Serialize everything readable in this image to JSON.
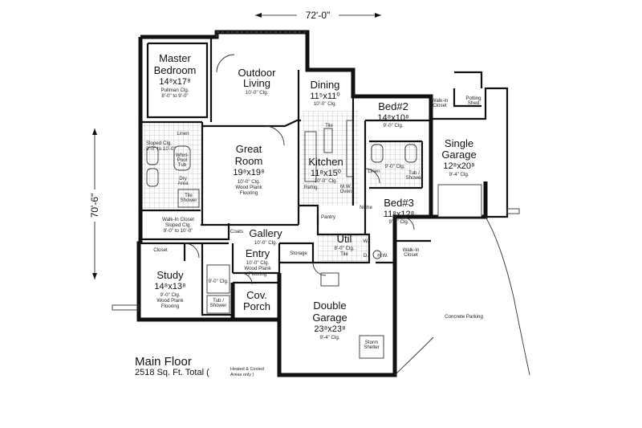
{
  "dimensions": {
    "width": "72'-0\"",
    "depth": "70'-6\""
  },
  "title": {
    "name": "Main Floor",
    "sqft": "2518 Sq. Ft. Total (",
    "note1": "Heated & Cooled",
    "note2": "Areas only )"
  },
  "rooms": {
    "master": {
      "name1": "Master",
      "name2": "Bedroom",
      "size": "14⁸x17⁸",
      "n1": "Pullman Clg.",
      "n2": "8'-0\" to 9'-0\""
    },
    "outdoor": {
      "name1": "Outdoor",
      "name2": "Living",
      "n1": "10'-0\" Clg."
    },
    "dining": {
      "name": "Dining",
      "size": "11⁵x11⁰",
      "n1": "10'-0\" Clg."
    },
    "bed2": {
      "name": "Bed#2",
      "size": "14⁸x10⁸",
      "n1": "9'-0\" Clg."
    },
    "single_garage": {
      "name1": "Single",
      "name2": "Garage",
      "size": "12⁸x20⁸",
      "n1": "9'-4\" Clg."
    },
    "great_room": {
      "name1": "Great",
      "name2": "Room",
      "size": "19⁸x19⁸",
      "n1": "10'-0\" Clg.",
      "n2": "Wood Plank",
      "n3": "Flooring"
    },
    "kitchen": {
      "name": "Kitchen",
      "size": "11⁸x15⁰",
      "n1": "10'-0\" Clg."
    },
    "bed3": {
      "name": "Bed#3",
      "size": "11⁸x12⁸",
      "n1": "9'-0\" Clg."
    },
    "gallery": {
      "name": "Gallery",
      "n1": "10'-0\" Clg."
    },
    "util": {
      "name": "Util",
      "n1": "8'-0\" Clg.",
      "n2": "Tile"
    },
    "study": {
      "name": "Study",
      "size": "14⁸x13⁸",
      "n1": "9'-0\" Clg.",
      "n2": "Wood Plank",
      "n3": "Flooring"
    },
    "entry": {
      "name": "Entry",
      "n1": "10'-0\" Clg.",
      "n2": "Wood Plank",
      "n3": "Flooring"
    },
    "porch": {
      "name1": "Cov.",
      "name2": "Porch"
    },
    "double_garage": {
      "name1": "Double",
      "name2": "Garage",
      "size": "23⁸x23⁸",
      "n1": "9'-4\" Clg."
    }
  },
  "labels": {
    "linen_master": "Linen",
    "sloped1": "Sloped Clg.",
    "sloped1b": "9'-0\" to 10'-0\"",
    "whirlpool1": "Whirl-",
    "whirlpool2": "Pool",
    "whirlpool3": "Tub",
    "dry_area1": "Dry",
    "dry_area2": "Area",
    "tile_shower1": "Tile",
    "tile_shower2": "Shower",
    "walkin_master": "Walk-In Closet",
    "sloped2": "Sloped Clg.",
    "sloped2b": "9'-0\" to 10'-0\"",
    "closet_study": "Closet",
    "clg_bath": "9'-0\" Clg.",
    "tub_shower_study1": "Tub /",
    "tub_shower_study2": "Shower",
    "coats": "Coats",
    "storage": "Storage",
    "pantry": "Pantry",
    "niche": "Niche",
    "tile_kitchen": "Tile",
    "refrig": "Refrig.",
    "mw_oven1": "M.W.",
    "mw_oven2": "Oven",
    "walkin_bed2_1": "Walk-in",
    "walkin_bed2_2": "Closet",
    "potting1": "Potting",
    "potting2": "Shed",
    "linen_bed": "Linen",
    "clg_bath2": "9'-0\" Clg.",
    "tub_shower2_1": "Tub /",
    "tub_shower2_2": "Shower",
    "walkin_bed3_1": "Walk-In",
    "walkin_bed3_2": "Closet",
    "hw": "H.W.",
    "w": "W.",
    "d": "D.",
    "storm1": "Storm",
    "storm2": "Shelter",
    "concrete": "Concrete Parking"
  }
}
